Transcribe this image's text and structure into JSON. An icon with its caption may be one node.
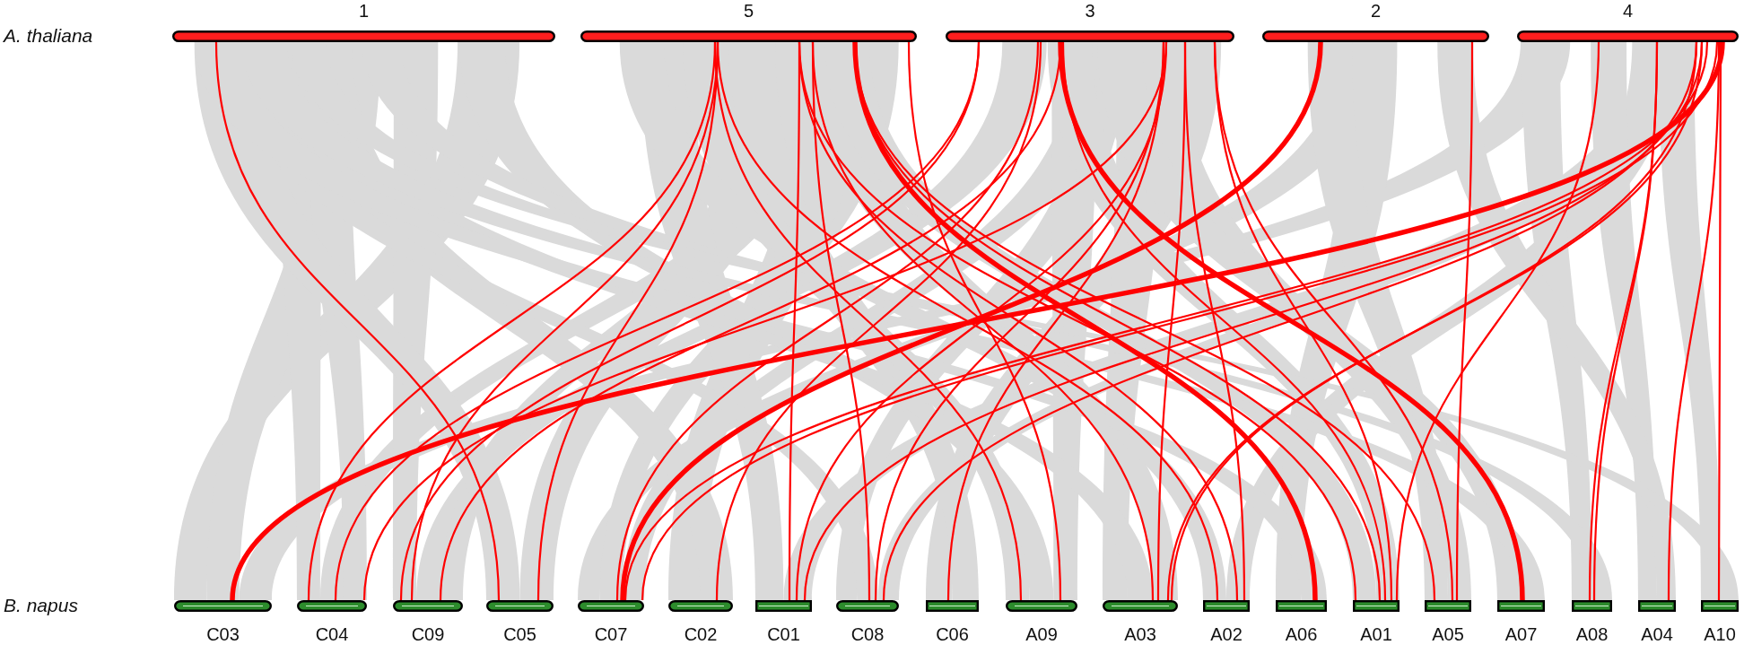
{
  "diagram": {
    "nodes": [
      {
        "text": [
          "1"
        ]
      },
      {
        "text": [
          "5"
        ]
      },
      {
        "text": [
          "3"
        ]
      },
      {
        "text": [
          "2"
        ]
      },
      {
        "text": [
          "4"
        ]
      },
      {
        "text": [
          "C03"
        ]
      },
      {
        "text": [
          "C04"
        ]
      },
      {
        "text": [
          "C09"
        ]
      },
      {
        "text": [
          "C05"
        ]
      },
      {
        "text": [
          "C07"
        ]
      },
      {
        "text": [
          "C02"
        ]
      },
      {
        "text": [
          "C01"
        ]
      },
      {
        "text": [
          "C08"
        ]
      },
      {
        "text": [
          "C06"
        ]
      },
      {
        "text": [
          "A09"
        ]
      },
      {
        "text": [
          "A03"
        ]
      },
      {
        "text": [
          "A02"
        ]
      },
      {
        "text": [
          "A06"
        ]
      },
      {
        "text": [
          "A01"
        ]
      },
      {
        "text": [
          "A05"
        ]
      },
      {
        "text": [
          "A07"
        ]
      },
      {
        "text": [
          "A08"
        ]
      },
      {
        "text": [
          "A04"
        ]
      },
      {
        "text": [
          "A10"
        ]
      }
    ],
    "edges": [
      {
        "from": 0,
        "to": 8,
        "arrow": "none"
      },
      {
        "from": 1,
        "to": 6,
        "arrow": "none"
      },
      {
        "from": 1,
        "to": 14,
        "arrow": "none"
      },
      {
        "from": 1,
        "to": 7,
        "arrow": "none"
      },
      {
        "from": 1,
        "to": 8,
        "arrow": "none"
      },
      {
        "from": 1,
        "to": 16,
        "arrow": "none"
      },
      {
        "from": 1,
        "to": 11,
        "arrow": "none"
      },
      {
        "from": 1,
        "to": 16,
        "arrow": "none"
      },
      {
        "from": 1,
        "to": 18,
        "arrow": "none"
      },
      {
        "from": 1,
        "to": 12,
        "arrow": "none"
      },
      {
        "from": 1,
        "to": 15,
        "arrow": "none"
      },
      {
        "from": 1,
        "to": 17,
        "arrow": "none",
        "style": "thick"
      },
      {
        "from": 1,
        "to": 18,
        "arrow": "none"
      },
      {
        "from": 1,
        "to": 19,
        "arrow": "none"
      },
      {
        "from": 1,
        "to": 14,
        "arrow": "none"
      },
      {
        "from": 2,
        "to": 6,
        "arrow": "none"
      },
      {
        "from": 2,
        "to": 7,
        "arrow": "none"
      },
      {
        "from": 2,
        "to": 9,
        "arrow": "none"
      },
      {
        "from": 2,
        "to": 10,
        "arrow": "none"
      },
      {
        "from": 2,
        "to": 7,
        "arrow": "none"
      },
      {
        "from": 2,
        "to": 20,
        "arrow": "none",
        "style": "thick"
      },
      {
        "from": 2,
        "to": 18,
        "arrow": "none"
      },
      {
        "from": 2,
        "to": 13,
        "arrow": "none"
      },
      {
        "from": 2,
        "to": 12,
        "arrow": "none"
      },
      {
        "from": 2,
        "to": 6,
        "arrow": "none"
      },
      {
        "from": 2,
        "to": 11,
        "arrow": "none"
      },
      {
        "from": 2,
        "to": 15,
        "arrow": "none"
      },
      {
        "from": 2,
        "to": 16,
        "arrow": "none"
      },
      {
        "from": 2,
        "to": 18,
        "arrow": "none"
      },
      {
        "from": 2,
        "to": 19,
        "arrow": "none"
      },
      {
        "from": 3,
        "to": 9,
        "arrow": "none",
        "style": "thick"
      },
      {
        "from": 3,
        "to": 19,
        "arrow": "none"
      },
      {
        "from": 4,
        "to": 18,
        "arrow": "none"
      },
      {
        "from": 4,
        "to": 21,
        "arrow": "none"
      },
      {
        "from": 4,
        "to": 21,
        "arrow": "none"
      },
      {
        "from": 4,
        "to": 12,
        "arrow": "none"
      },
      {
        "from": 4,
        "to": 15,
        "arrow": "none"
      },
      {
        "from": 4,
        "to": 11,
        "arrow": "none"
      },
      {
        "from": 4,
        "to": 15,
        "arrow": "none"
      },
      {
        "from": 4,
        "to": 9,
        "arrow": "none"
      },
      {
        "from": 4,
        "to": 9,
        "arrow": "none"
      },
      {
        "from": 4,
        "to": 5,
        "arrow": "none",
        "style": "thick"
      },
      {
        "from": 4,
        "to": 22,
        "arrow": "none"
      },
      {
        "from": 4,
        "to": 23,
        "arrow": "none"
      }
    ],
    "labels": [
      "A. thaliana",
      "B. napus"
    ]
  }
}
